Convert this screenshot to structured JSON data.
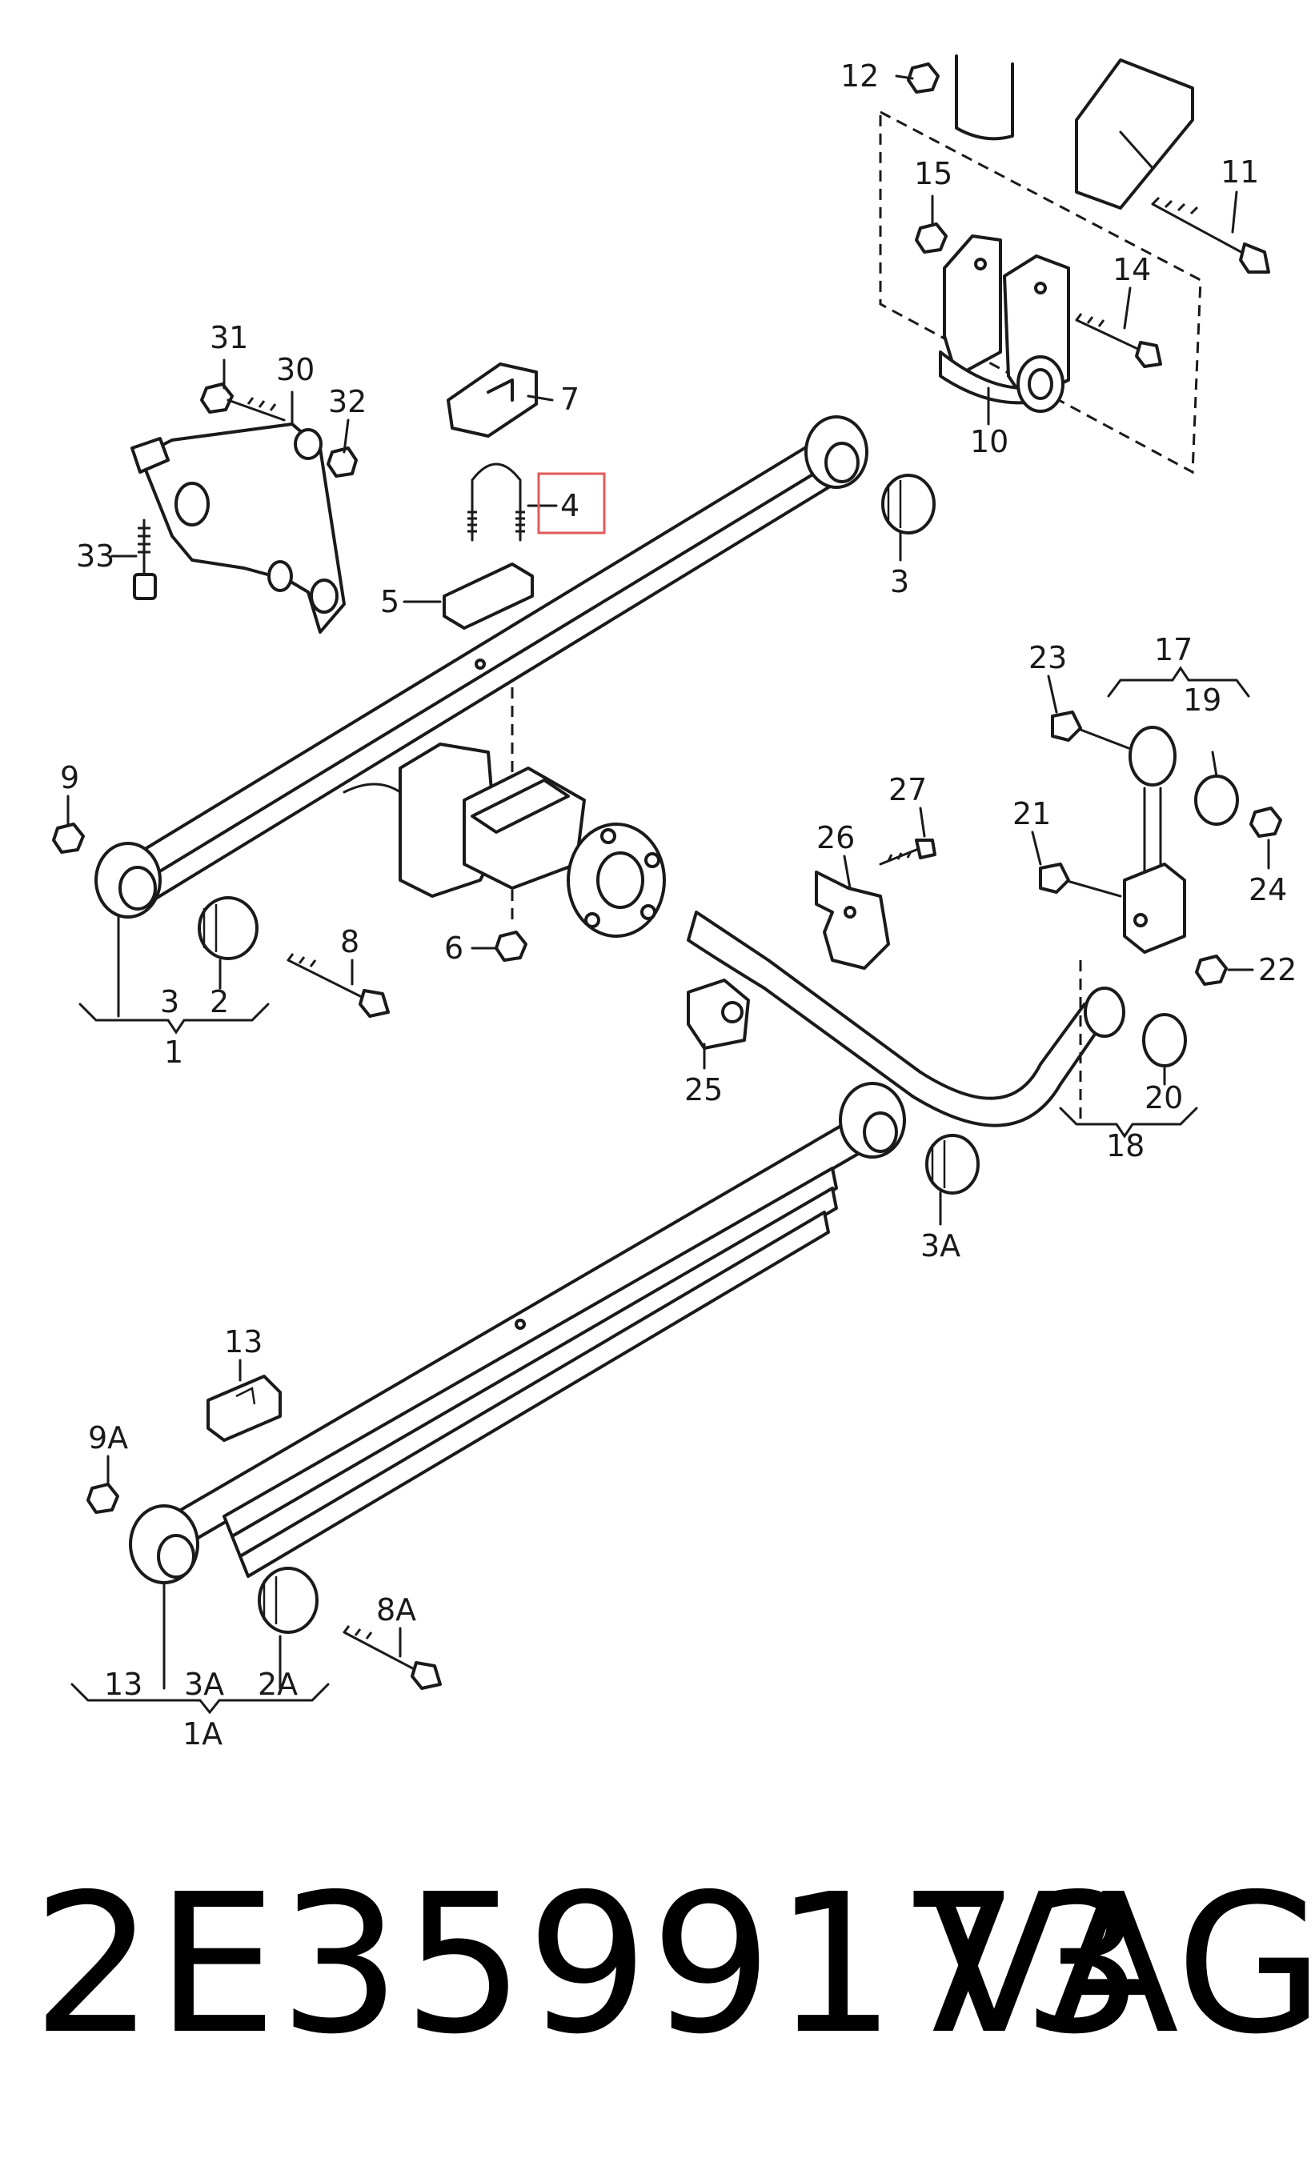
{
  "diagram": {
    "callouts": [
      {
        "id": "c1",
        "text": "1"
      },
      {
        "id": "c1A",
        "text": "1A"
      },
      {
        "id": "c2",
        "text": "2"
      },
      {
        "id": "c2A",
        "text": "2A"
      },
      {
        "id": "c3a",
        "text": "3"
      },
      {
        "id": "c3b",
        "text": "3"
      },
      {
        "id": "c3A_a",
        "text": "3A"
      },
      {
        "id": "c3A_b",
        "text": "3A"
      },
      {
        "id": "c4",
        "text": "4"
      },
      {
        "id": "c5",
        "text": "5"
      },
      {
        "id": "c6",
        "text": "6"
      },
      {
        "id": "c7",
        "text": "7"
      },
      {
        "id": "c8",
        "text": "8"
      },
      {
        "id": "c8A",
        "text": "8A"
      },
      {
        "id": "c9",
        "text": "9"
      },
      {
        "id": "c9A",
        "text": "9A"
      },
      {
        "id": "c10",
        "text": "10"
      },
      {
        "id": "c11",
        "text": "11"
      },
      {
        "id": "c12",
        "text": "12"
      },
      {
        "id": "c13a",
        "text": "13"
      },
      {
        "id": "c13b",
        "text": "13"
      },
      {
        "id": "c14",
        "text": "14"
      },
      {
        "id": "c15",
        "text": "15"
      },
      {
        "id": "c17",
        "text": "17"
      },
      {
        "id": "c18",
        "text": "18"
      },
      {
        "id": "c19",
        "text": "19"
      },
      {
        "id": "c20",
        "text": "20"
      },
      {
        "id": "c21",
        "text": "21"
      },
      {
        "id": "c22",
        "text": "22"
      },
      {
        "id": "c23",
        "text": "23"
      },
      {
        "id": "c24",
        "text": "24"
      },
      {
        "id": "c25",
        "text": "25"
      },
      {
        "id": "c26",
        "text": "26"
      },
      {
        "id": "c27",
        "text": "27"
      },
      {
        "id": "c30",
        "text": "30"
      },
      {
        "id": "c31",
        "text": "31"
      },
      {
        "id": "c32",
        "text": "32"
      },
      {
        "id": "c33",
        "text": "33"
      }
    ],
    "highlight": {
      "callout": "4",
      "color": "#e05a5a"
    }
  },
  "footer": {
    "part_number": "2E3599173",
    "brand": "VAG"
  }
}
